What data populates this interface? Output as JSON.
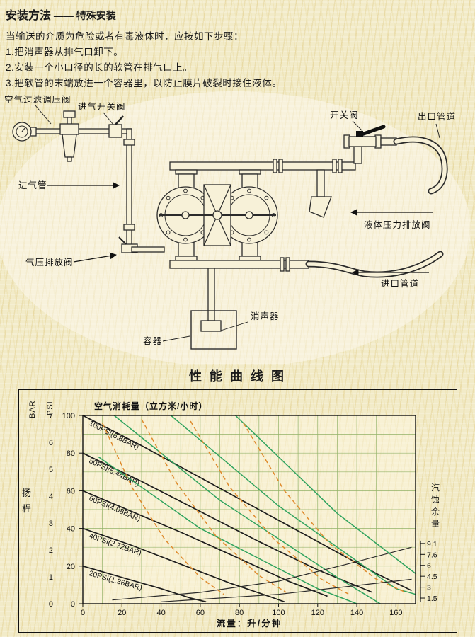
{
  "page": {
    "title_main": "安装方法",
    "title_sub": " —— 特殊安装",
    "intro": "当输送的介质为危险或者有毒液体时，应按如下步骤：",
    "steps": [
      "1.把消声器从排气口卸下。",
      "2.安装一个小口径的长的软管在排气口上。",
      "3.把软管的末端放进一个容器里，以防止膜片破裂时接住液体。"
    ]
  },
  "diagram": {
    "labels": {
      "air_filter_regulator": "空气过滤调压阀",
      "intake_switch_valve": "进气开关阀",
      "intake_pipe": "进气管",
      "air_pressure_relief_valve": "气压排放阀",
      "switch_valve": "开关阀",
      "outlet_pipe": "出口管道",
      "liquid_pressure_relief_valve": "液体压力排放阀",
      "inlet_pipe": "进口管道",
      "muffler": "消声器",
      "container": "容器"
    }
  },
  "chart_data": {
    "type": "line",
    "title": "性 能 曲 线 图",
    "top_label": "空气消耗量（立方米/小时）",
    "xlabel": "流量：升/分钟",
    "x_ticks": [
      0,
      20,
      40,
      60,
      80,
      100,
      120,
      140,
      160
    ],
    "xlim": [
      0,
      170
    ],
    "left_axis_outer": {
      "label": "BAR",
      "ticks": [
        0,
        1,
        2,
        3,
        4,
        5,
        6,
        7
      ]
    },
    "left_axis_inner": {
      "label": "PSI",
      "ticks": [
        0,
        20,
        40,
        60,
        80,
        100
      ]
    },
    "left_side_label": "扬程",
    "right_side_label": "汽蚀余量",
    "right_axis_ticks": [
      {
        "label": "9.1",
        "psi": 32
      },
      {
        "label": "7.6",
        "psi": 26.2
      },
      {
        "label": "6",
        "psi": 20.4
      },
      {
        "label": "4.5",
        "psi": 14.6
      },
      {
        "label": "3",
        "psi": 8.8
      },
      {
        "label": "1.5",
        "psi": 3
      }
    ],
    "grid": true,
    "colors": {
      "performance": "#1c1c1c",
      "air": "#2fa35e",
      "air_dashed": "#df8a2c",
      "npsh": "#2a2a2a",
      "grid": "#7aa34e"
    },
    "series": [
      {
        "label": "100PSI(6.8BAR)",
        "group": "performance",
        "points": [
          [
            0,
            100
          ],
          [
            30,
            84
          ],
          [
            60,
            67
          ],
          [
            90,
            50
          ],
          [
            120,
            33
          ],
          [
            150,
            16
          ],
          [
            168,
            7
          ]
        ]
      },
      {
        "label": "80PSI(5.44BAR)",
        "group": "performance",
        "points": [
          [
            0,
            80
          ],
          [
            30,
            65
          ],
          [
            60,
            49
          ],
          [
            90,
            33
          ],
          [
            120,
            18
          ],
          [
            148,
            6
          ]
        ]
      },
      {
        "label": "60PSI(4.08BAR)",
        "group": "performance",
        "points": [
          [
            0,
            60
          ],
          [
            25,
            49
          ],
          [
            50,
            38
          ],
          [
            80,
            24
          ],
          [
            105,
            12
          ],
          [
            125,
            4
          ]
        ]
      },
      {
        "label": "40PSI(2.72BAR)",
        "group": "performance",
        "points": [
          [
            0,
            40
          ],
          [
            25,
            31
          ],
          [
            50,
            21
          ],
          [
            75,
            11
          ],
          [
            95,
            4
          ],
          [
            103,
            1
          ]
        ]
      },
      {
        "label": "20PSI(1.36BAR)",
        "group": "performance",
        "points": [
          [
            0,
            20
          ],
          [
            20,
            14
          ],
          [
            40,
            8
          ],
          [
            55,
            3
          ],
          [
            63,
            1
          ]
        ]
      },
      {
        "label": "",
        "group": "air",
        "points": [
          [
            8,
            78
          ],
          [
            60,
            40
          ],
          [
            120,
            8
          ],
          [
            140,
            0
          ]
        ]
      },
      {
        "label": "",
        "group": "air",
        "points": [
          [
            16,
            100
          ],
          [
            70,
            55
          ],
          [
            130,
            14
          ],
          [
            152,
            0
          ]
        ]
      },
      {
        "label": "",
        "group": "air",
        "points": [
          [
            45,
            100
          ],
          [
            100,
            52
          ],
          [
            160,
            8
          ],
          [
            170,
            5
          ]
        ]
      },
      {
        "label": "",
        "group": "air",
        "points": [
          [
            78,
            100
          ],
          [
            130,
            48
          ],
          [
            170,
            16
          ]
        ]
      },
      {
        "label": "",
        "group": "air_dashed",
        "points": [
          [
            10,
            96
          ],
          [
            25,
            62
          ],
          [
            42,
            34
          ],
          [
            60,
            14
          ],
          [
            72,
            5
          ]
        ]
      },
      {
        "label": "",
        "group": "air_dashed",
        "points": [
          [
            30,
            98
          ],
          [
            48,
            64
          ],
          [
            68,
            36
          ],
          [
            90,
            15
          ],
          [
            104,
            6
          ]
        ]
      },
      {
        "label": "",
        "group": "air_dashed",
        "points": [
          [
            55,
            97
          ],
          [
            75,
            62
          ],
          [
            98,
            34
          ],
          [
            122,
            13
          ],
          [
            136,
            5
          ]
        ]
      },
      {
        "label": "",
        "group": "air_dashed",
        "points": [
          [
            82,
            96
          ],
          [
            103,
            60
          ],
          [
            126,
            32
          ],
          [
            150,
            13
          ],
          [
            165,
            6
          ]
        ]
      },
      {
        "label": "",
        "group": "npsh",
        "points": [
          [
            15,
            2
          ],
          [
            60,
            6
          ],
          [
            100,
            12
          ],
          [
            135,
            21
          ],
          [
            168,
            30
          ]
        ]
      },
      {
        "label": "",
        "group": "npsh",
        "points": [
          [
            40,
            1
          ],
          [
            100,
            5
          ],
          [
            168,
            13
          ]
        ]
      }
    ]
  }
}
